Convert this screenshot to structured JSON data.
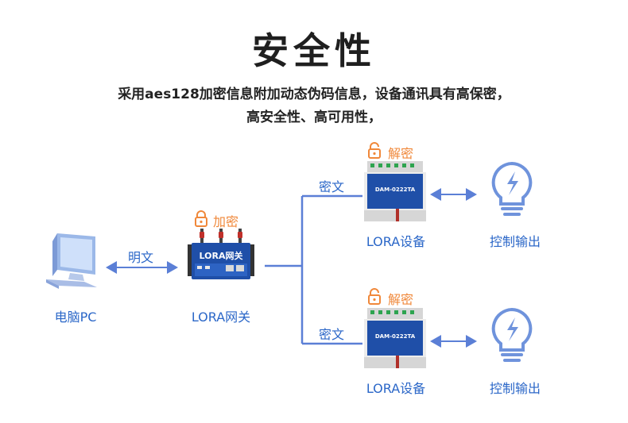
{
  "header": {
    "title": "安全性",
    "subtitle_line1": "采用aes128加密信息附加动态伪码信息，设备通讯具有高保密，",
    "subtitle_line2": "高安全性、高可用性，"
  },
  "nodes": {
    "pc": {
      "label": "电脑PC"
    },
    "gateway": {
      "label": "LORA网关",
      "lock_label": "加密",
      "screen_text": "LORA网关"
    },
    "device_top": {
      "label": "LORA设备",
      "lock_label": "解密",
      "panel_text": "DAM-0222TA"
    },
    "device_bottom": {
      "label": "LORA设备",
      "lock_label": "解密",
      "panel_text": "DAM-0222TA"
    },
    "output_top": {
      "label": "控制输出"
    },
    "output_bottom": {
      "label": "控制输出"
    }
  },
  "links": {
    "pc_gateway": "明文",
    "gateway_device_top": "密文",
    "gateway_device_bottom": "密文"
  },
  "colors": {
    "line": "#5b7fd6",
    "label_blue": "#2b67c8",
    "lock_orange": "#f0883a",
    "bulb": "#6f93dc"
  }
}
